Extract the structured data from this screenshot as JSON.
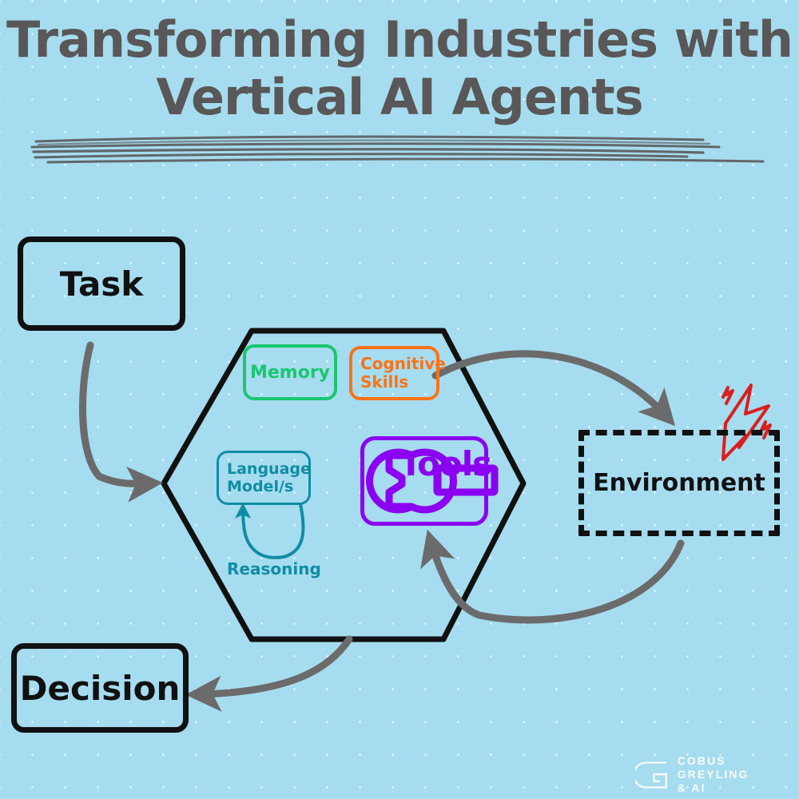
{
  "title": {
    "line1": "Transforming Industries with",
    "line2": "Vertical AI Agents",
    "color": "#595757"
  },
  "canvas": {
    "background_color": "#a6dcef",
    "dot_color": "#ffffff"
  },
  "nodes": {
    "task": {
      "label": "Task",
      "color": "#111111"
    },
    "decision": {
      "label": "Decision",
      "color": "#111111"
    },
    "environment": {
      "label": "Environment",
      "color": "#111111",
      "border_style": "dashed"
    }
  },
  "agent": {
    "shape": "hexagon",
    "border_color": "#111111",
    "chips": [
      {
        "label": "Memory",
        "color": "#18c76f"
      },
      {
        "label": "Cognitive Skills",
        "color": "#f97316"
      },
      {
        "label": "Language Model/s",
        "color": "#0f8da3"
      },
      {
        "label": "Tools",
        "color": "#8b00f0",
        "icon": "wrench-icon"
      }
    ],
    "reasoning_label": "Reasoning",
    "reasoning_color": "#0f8da3"
  },
  "arrows": {
    "color": "#6b6b6b",
    "items": [
      {
        "name": "task-to-agent",
        "from": "Task",
        "to": "Agent"
      },
      {
        "name": "agent-to-environment",
        "from": "Agent",
        "to": "Environment"
      },
      {
        "name": "environment-to-tools",
        "from": "Environment",
        "to": "Tools"
      },
      {
        "name": "agent-to-decision",
        "from": "Agent",
        "to": "Decision"
      }
    ]
  },
  "spark": {
    "name": "lightning-bolt-icon",
    "color": "#d91f1f"
  },
  "watermark": {
    "line1": "COBUS GREYLING",
    "line2": "& AI",
    "color": "#ffffff",
    "logo": "g-monogram-icon"
  }
}
